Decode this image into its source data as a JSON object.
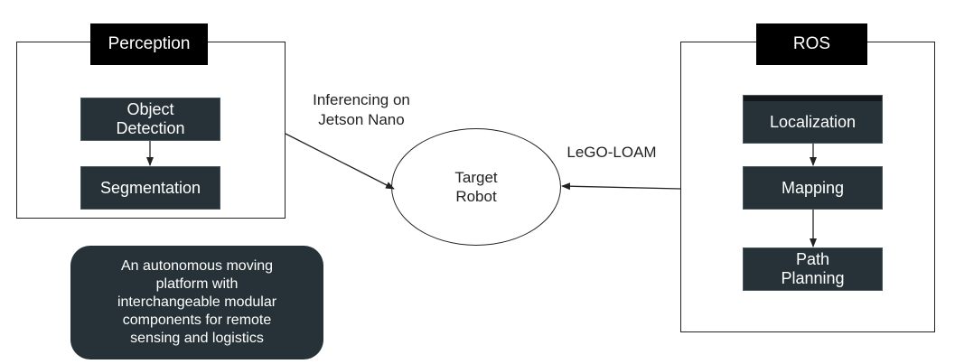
{
  "perception": {
    "title": "Perception",
    "object_detection": "Object\nDetection",
    "segmentation": "Segmentation"
  },
  "ros": {
    "title": "ROS",
    "localization": "Localization",
    "mapping": "Mapping",
    "path_planning": "Path\nPlanning"
  },
  "center": {
    "target_robot": "Target\nRobot"
  },
  "edges": {
    "inferencing": "Inferencing on\nJetson Nano",
    "lego_loam": "LeGO-LOAM"
  },
  "summary": {
    "text": "An autonomous moving\nplatform with\ninterchangeable  modular\ncomponents for remote\nsensing and logistics"
  }
}
